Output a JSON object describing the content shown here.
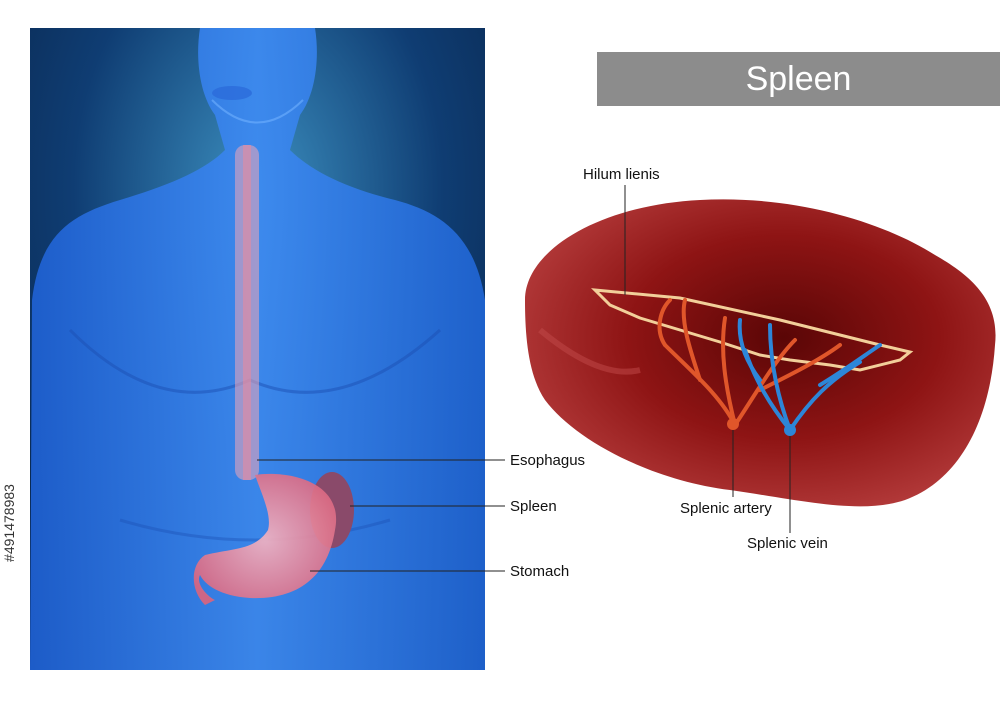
{
  "title": "Spleen",
  "labels": {
    "esophagus": "Esophagus",
    "spleen": "Spleen",
    "stomach": "Stomach",
    "hilum": "Hilum lienis",
    "artery": "Splenic artery",
    "vein": "Splenic vein"
  },
  "stock_id": "#491478983",
  "colors": {
    "body_blue": "#2f7dea",
    "panel_dark": "#0b2a55",
    "spleen_red": "#8e1414",
    "artery_red": "#e0562a",
    "vein_blue": "#2d86d8",
    "title_bar": "#8c8c8c"
  }
}
